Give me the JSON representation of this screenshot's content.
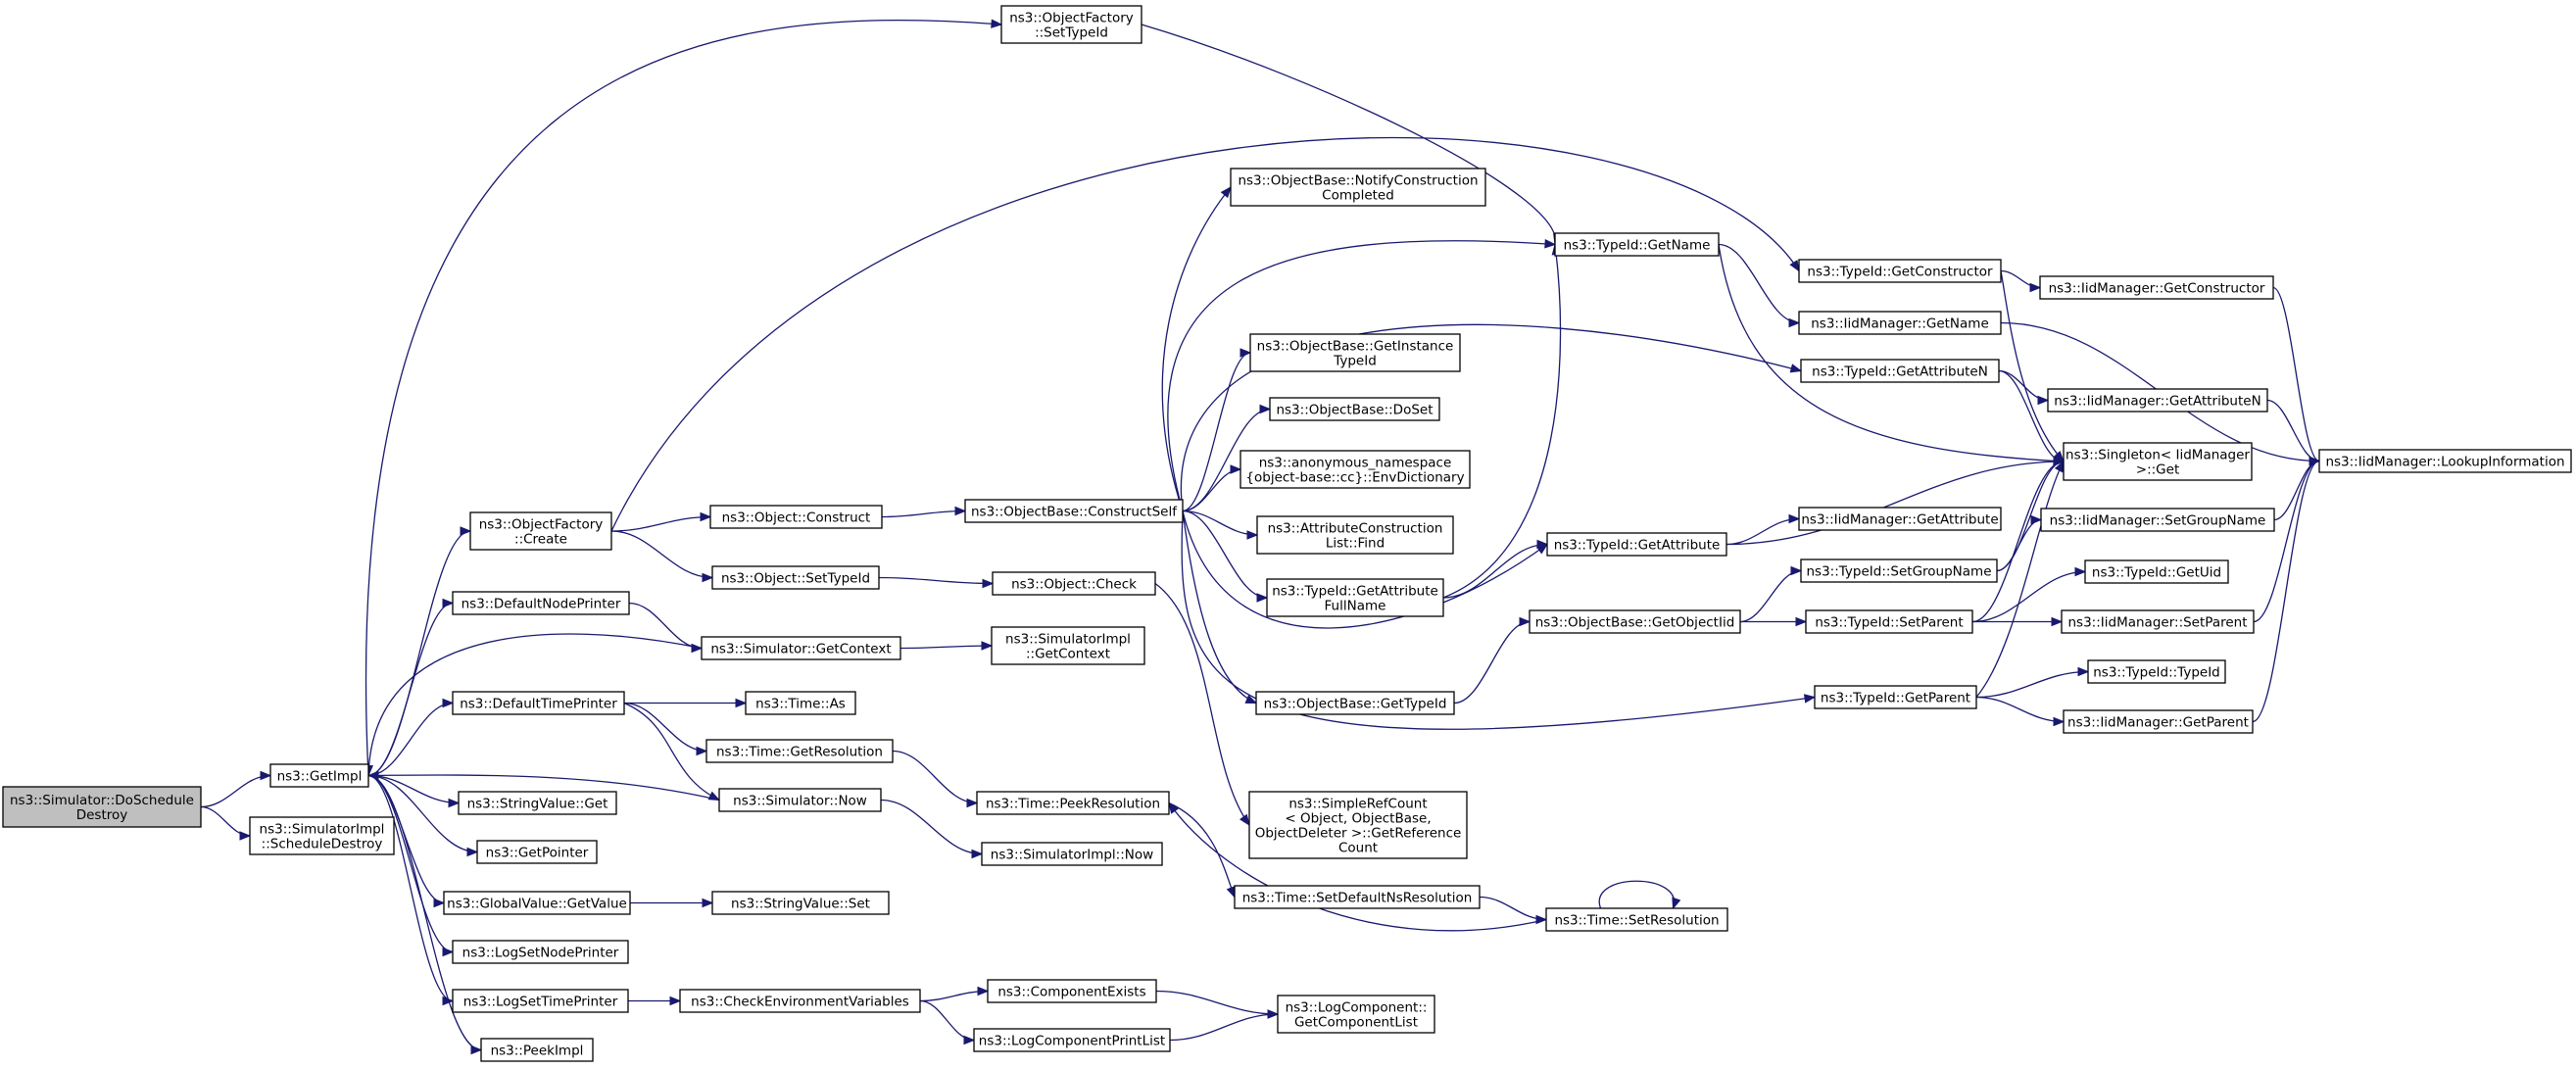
{
  "graph": {
    "nodes": [
      {
        "id": "root",
        "lines": [
          "ns3::Simulator::DoSchedule",
          "Destroy"
        ],
        "root": true
      },
      {
        "id": "getimpl",
        "lines": [
          "ns3::GetImpl"
        ]
      },
      {
        "id": "simimpl_scheddestroy",
        "lines": [
          "ns3::SimulatorImpl",
          "::ScheduleDestroy"
        ]
      },
      {
        "id": "of_create",
        "lines": [
          "ns3::ObjectFactory",
          "::Create"
        ]
      },
      {
        "id": "defnodeprinter",
        "lines": [
          "ns3::DefaultNodePrinter"
        ]
      },
      {
        "id": "deftimeprinter",
        "lines": [
          "ns3::DefaultTimePrinter"
        ]
      },
      {
        "id": "stringvalue_get",
        "lines": [
          "ns3::StringValue::Get"
        ]
      },
      {
        "id": "getpointer",
        "lines": [
          "ns3::GetPointer"
        ]
      },
      {
        "id": "globalvalue_getvalue",
        "lines": [
          "ns3::GlobalValue::GetValue"
        ]
      },
      {
        "id": "logsetnodeprinter",
        "lines": [
          "ns3::LogSetNodePrinter"
        ]
      },
      {
        "id": "logsettimeprinter",
        "lines": [
          "ns3::LogSetTimePrinter"
        ]
      },
      {
        "id": "peekimpl",
        "lines": [
          "ns3::PeekImpl"
        ]
      },
      {
        "id": "of_settypeid",
        "lines": [
          "ns3::ObjectFactory",
          "::SetTypeId"
        ]
      },
      {
        "id": "object_construct",
        "lines": [
          "ns3::Object::Construct"
        ]
      },
      {
        "id": "object_settypeid",
        "lines": [
          "ns3::Object::SetTypeId"
        ]
      },
      {
        "id": "sim_getcontext",
        "lines": [
          "ns3::Simulator::GetContext"
        ]
      },
      {
        "id": "time_as",
        "lines": [
          "ns3::Time::As"
        ]
      },
      {
        "id": "time_getresolution",
        "lines": [
          "ns3::Time::GetResolution"
        ]
      },
      {
        "id": "sim_now",
        "lines": [
          "ns3::Simulator::Now"
        ]
      },
      {
        "id": "stringvalue_set",
        "lines": [
          "ns3::StringValue::Set"
        ]
      },
      {
        "id": "checkenv",
        "lines": [
          "ns3::CheckEnvironmentVariables"
        ]
      },
      {
        "id": "ob_constructself",
        "lines": [
          "ns3::ObjectBase::ConstructSelf"
        ]
      },
      {
        "id": "object_check",
        "lines": [
          "ns3::Object::Check"
        ]
      },
      {
        "id": "simimpl_getcontext",
        "lines": [
          "ns3::SimulatorImpl",
          "::GetContext"
        ]
      },
      {
        "id": "time_peekres",
        "lines": [
          "ns3::Time::PeekResolution"
        ]
      },
      {
        "id": "simimpl_now",
        "lines": [
          "ns3::SimulatorImpl::Now"
        ]
      },
      {
        "id": "componentexists",
        "lines": [
          "ns3::ComponentExists"
        ]
      },
      {
        "id": "logcompprintlist",
        "lines": [
          "ns3::LogComponentPrintList"
        ]
      },
      {
        "id": "ob_notify",
        "lines": [
          "ns3::ObjectBase::NotifyConstruction",
          "Completed"
        ]
      },
      {
        "id": "ob_getinstancetypeid",
        "lines": [
          "ns3::ObjectBase::GetInstance",
          "TypeId"
        ]
      },
      {
        "id": "ob_doset",
        "lines": [
          "ns3::ObjectBase::DoSet"
        ]
      },
      {
        "id": "envdict",
        "lines": [
          "ns3::anonymous_namespace",
          "{object-base::cc}::EnvDictionary"
        ]
      },
      {
        "id": "attrconstr_find",
        "lines": [
          "ns3::AttributeConstruction",
          "List::Find"
        ]
      },
      {
        "id": "typeid_getattrfullname",
        "lines": [
          "ns3::TypeId::GetAttribute",
          "FullName"
        ]
      },
      {
        "id": "ob_gettypeid",
        "lines": [
          "ns3::ObjectBase::GetTypeId"
        ]
      },
      {
        "id": "simplerefcount",
        "lines": [
          "ns3::SimpleRefCount",
          "< Object, ObjectBase,",
          "ObjectDeleter >::GetReference",
          "Count"
        ]
      },
      {
        "id": "time_setdefaultns",
        "lines": [
          "ns3::Time::SetDefaultNsResolution"
        ]
      },
      {
        "id": "logcomp_getlist",
        "lines": [
          "ns3::LogComponent::",
          "GetComponentList"
        ]
      },
      {
        "id": "typeid_getname",
        "lines": [
          "ns3::TypeId::GetName"
        ]
      },
      {
        "id": "typeid_getattribute",
        "lines": [
          "ns3::TypeId::GetAttribute"
        ]
      },
      {
        "id": "ob_getobjectiid",
        "lines": [
          "ns3::ObjectBase::GetObjectIid"
        ]
      },
      {
        "id": "time_setresolution",
        "lines": [
          "ns3::Time::SetResolution"
        ]
      },
      {
        "id": "typeid_getconstructor",
        "lines": [
          "ns3::TypeId::GetConstructor"
        ]
      },
      {
        "id": "iid_getname",
        "lines": [
          "ns3::IidManager::GetName"
        ]
      },
      {
        "id": "typeid_getattributen",
        "lines": [
          "ns3::TypeId::GetAttributeN"
        ]
      },
      {
        "id": "iid_getattribute",
        "lines": [
          "ns3::IidManager::GetAttribute"
        ]
      },
      {
        "id": "typeid_setgroupname",
        "lines": [
          "ns3::TypeId::SetGroupName"
        ]
      },
      {
        "id": "typeid_setparent",
        "lines": [
          "ns3::TypeId::SetParent"
        ]
      },
      {
        "id": "typeid_getparent",
        "lines": [
          "ns3::TypeId::GetParent"
        ]
      },
      {
        "id": "iid_getconstructor",
        "lines": [
          "ns3::IidManager::GetConstructor"
        ]
      },
      {
        "id": "iid_getattributen",
        "lines": [
          "ns3::IidManager::GetAttributeN"
        ]
      },
      {
        "id": "singleton_get",
        "lines": [
          "ns3::Singleton< IidManager",
          ">::Get"
        ]
      },
      {
        "id": "iid_setgroupname",
        "lines": [
          "ns3::IidManager::SetGroupName"
        ]
      },
      {
        "id": "typeid_getuid",
        "lines": [
          "ns3::TypeId::GetUid"
        ]
      },
      {
        "id": "iid_setparent",
        "lines": [
          "ns3::IidManager::SetParent"
        ]
      },
      {
        "id": "typeid_typeid",
        "lines": [
          "ns3::TypeId::TypeId"
        ]
      },
      {
        "id": "iid_getparent",
        "lines": [
          "ns3::IidManager::GetParent"
        ]
      },
      {
        "id": "iid_lookup",
        "lines": [
          "ns3::IidManager::LookupInformation"
        ]
      }
    ]
  }
}
